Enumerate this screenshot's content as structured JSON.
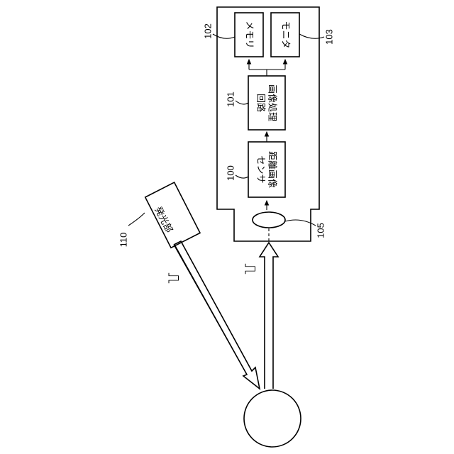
{
  "components": {
    "sensor": {
      "label_line1": "距離画像",
      "label_line2": "センサ",
      "ref": "100"
    },
    "processor": {
      "label_line1": "画像処理",
      "label_line2": "回路",
      "ref": "101"
    },
    "memory": {
      "label": "メモリ",
      "ref": "102"
    },
    "monitor": {
      "label": "モニタ",
      "ref": "103"
    },
    "lens": {
      "ref": "105"
    },
    "emitter": {
      "label": "発光部",
      "ref": "110"
    }
  },
  "pulse_symbol": "⎍"
}
